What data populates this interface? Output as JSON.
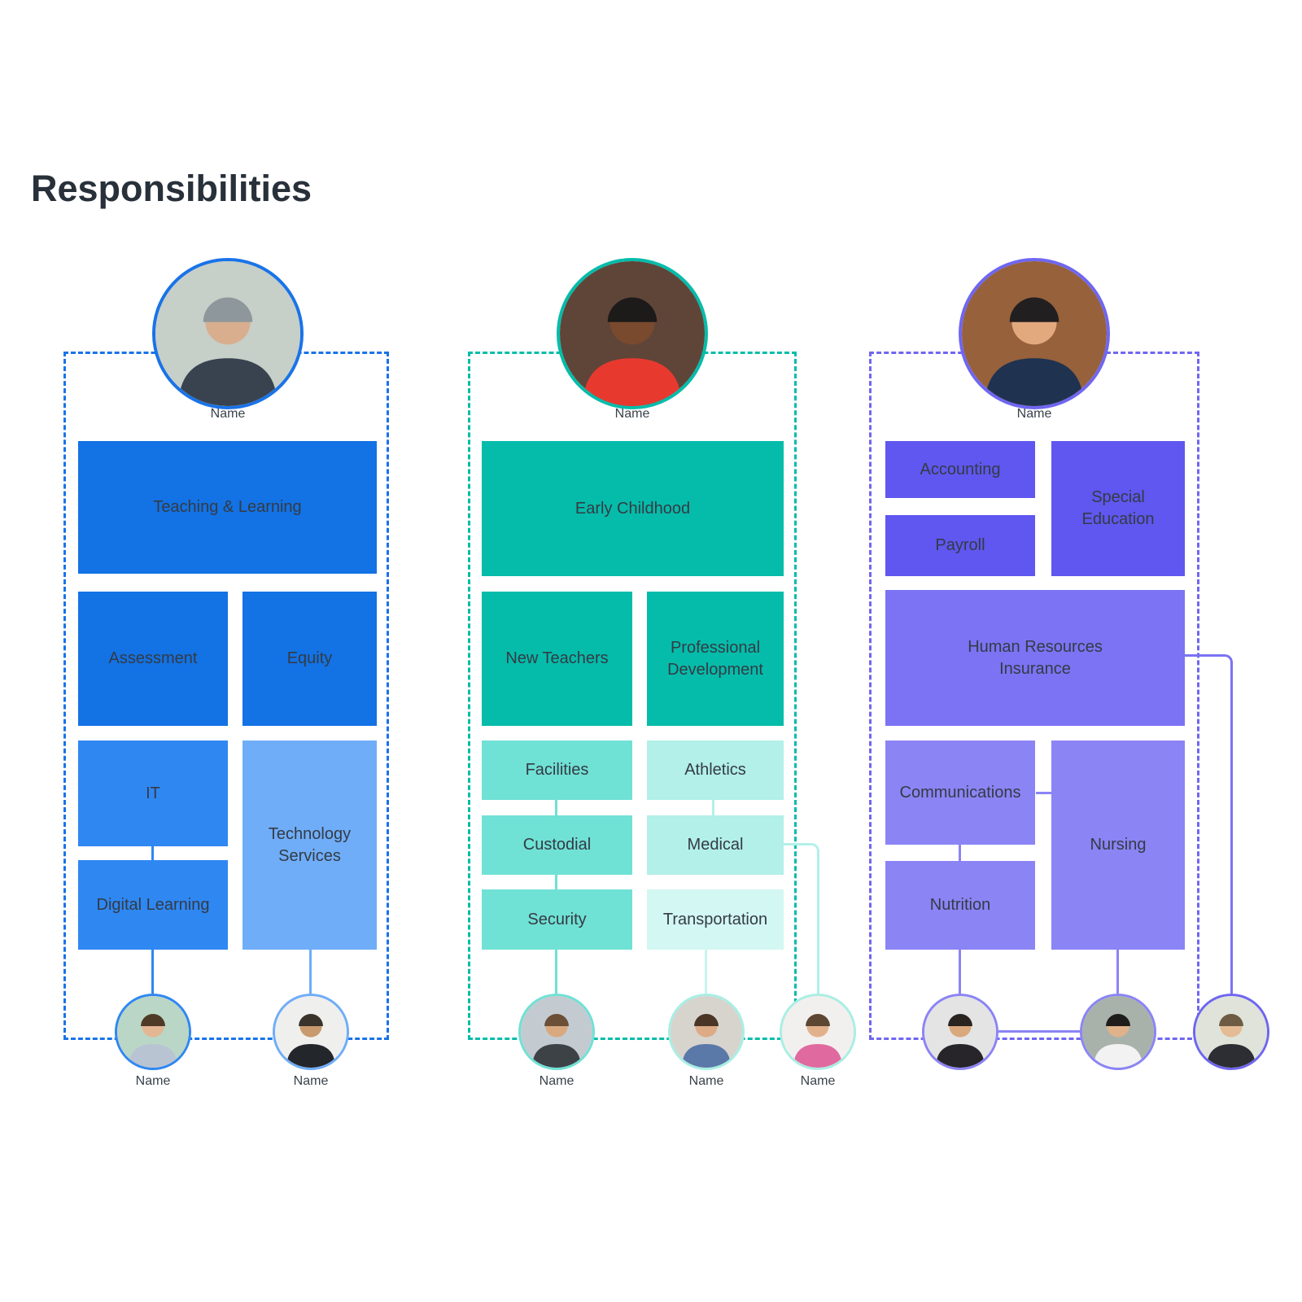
{
  "title": "Responsibilities",
  "palette": {
    "background": "#ffffff",
    "title_color": "#28303a",
    "block_text_color": "#343b44",
    "name_text_color": "#39424b"
  },
  "columns": [
    {
      "id": "blue",
      "colors": {
        "accent": "#1a73e8",
        "dark": "#1372e4",
        "medium": "#2f87f2",
        "light": "#6fadf8"
      },
      "leader": {
        "label": "Name",
        "photo": {
          "bg": "#c6cfc8",
          "hair": "#8e979b",
          "skin": "#d8ae8e",
          "shirt": "#39434f"
        }
      },
      "blocks": [
        {
          "id": "teaching-learning",
          "label": "Teaching & Learning"
        },
        {
          "id": "assessment",
          "label": "Assessment"
        },
        {
          "id": "equity",
          "label": "Equity"
        },
        {
          "id": "it",
          "label": "IT"
        },
        {
          "id": "technology-services",
          "label": "Technology\nServices"
        },
        {
          "id": "digital-learning",
          "label": "Digital Learning"
        }
      ],
      "members": [
        {
          "label": "Name",
          "ring": "#2f87f2",
          "line": "#2f87f2",
          "photo": {
            "bg": "#b9d6c6",
            "hair": "#4f3a28",
            "skin": "#e3b794",
            "shirt": "#b9c4d2"
          }
        },
        {
          "label": "Name",
          "ring": "#6fadf8",
          "line": "#6fadf8",
          "photo": {
            "bg": "#efefed",
            "hair": "#3a332c",
            "skin": "#c89a6e",
            "shirt": "#23262a"
          }
        }
      ]
    },
    {
      "id": "teal",
      "colors": {
        "accent": "#05bcaa",
        "dark": "#05bcaa",
        "medium": "#70e1d5",
        "light": "#b2f0e9",
        "lightest": "#d3f7f2"
      },
      "leader": {
        "label": "Name",
        "photo": {
          "bg": "#5f4538",
          "hair": "#1d1a1a",
          "skin": "#7a4a2e",
          "shirt": "#e8392f"
        }
      },
      "blocks": [
        {
          "id": "early-childhood",
          "label": "Early Childhood"
        },
        {
          "id": "new-teachers",
          "label": "New Teachers"
        },
        {
          "id": "professional-development",
          "label": "Professional\nDevelopment"
        },
        {
          "id": "facilities",
          "label": "Facilities"
        },
        {
          "id": "athletics",
          "label": "Athletics"
        },
        {
          "id": "custodial",
          "label": "Custodial"
        },
        {
          "id": "medical",
          "label": "Medical"
        },
        {
          "id": "security",
          "label": "Security"
        },
        {
          "id": "transportation",
          "label": "Transportation"
        }
      ],
      "members": [
        {
          "label": "Name",
          "ring": "#70e1d5",
          "line": "#70e1d5",
          "photo": {
            "bg": "#c3cbd0",
            "hair": "#6b4f37",
            "skin": "#d9a87e",
            "shirt": "#3c4246"
          }
        },
        {
          "label": "Name",
          "ring": "#a9eee4",
          "line": "#c9f4ef",
          "photo": {
            "bg": "#d6d4cd",
            "hair": "#4a3526",
            "skin": "#dcab85",
            "shirt": "#5a78a8"
          }
        },
        {
          "label": "Name",
          "ring": "#a9eee4",
          "line": "#b2f0e9",
          "photo": {
            "bg": "#f2f0ee",
            "hair": "#5d4632",
            "skin": "#e2b18c",
            "shirt": "#e06a9f"
          }
        }
      ]
    },
    {
      "id": "purple",
      "colors": {
        "accent": "#6f66f1",
        "dark": "#5f57ef",
        "medium": "#7b73f3",
        "light": "#8b84f5"
      },
      "leader": {
        "label": "Name",
        "photo": {
          "bg": "#96613b",
          "hair": "#221f20",
          "skin": "#e3a97e",
          "shirt": "#1f3350"
        }
      },
      "blocks": [
        {
          "id": "accounting",
          "label": "Accounting"
        },
        {
          "id": "special-education",
          "label": "Special\nEducation"
        },
        {
          "id": "payroll",
          "label": "Payroll"
        },
        {
          "id": "human-resources-insurance",
          "label": "Human Resources\nInsurance"
        },
        {
          "id": "communications",
          "label": "Communications"
        },
        {
          "id": "nursing",
          "label": "Nursing"
        },
        {
          "id": "nutrition",
          "label": "Nutrition"
        }
      ],
      "members": [
        {
          "ring": "#8b84f5",
          "line": "#8b84f5",
          "photo": {
            "bg": "#e4e4e4",
            "hair": "#2a2320",
            "skin": "#d9a87c",
            "shirt": "#27242a"
          }
        },
        {
          "ring": "#8b84f5",
          "line": "#8b84f5",
          "photo": {
            "bg": "#a8b2ab",
            "hair": "#1f1c1c",
            "skin": "#e0b28a",
            "shirt": "#f2f2f2"
          }
        },
        {
          "ring": "#6f66f1",
          "line": "#7b73f3",
          "photo": {
            "bg": "#dfe3da",
            "hair": "#6e5b43",
            "skin": "#e4bb95",
            "shirt": "#2c2e33"
          }
        }
      ]
    }
  ]
}
